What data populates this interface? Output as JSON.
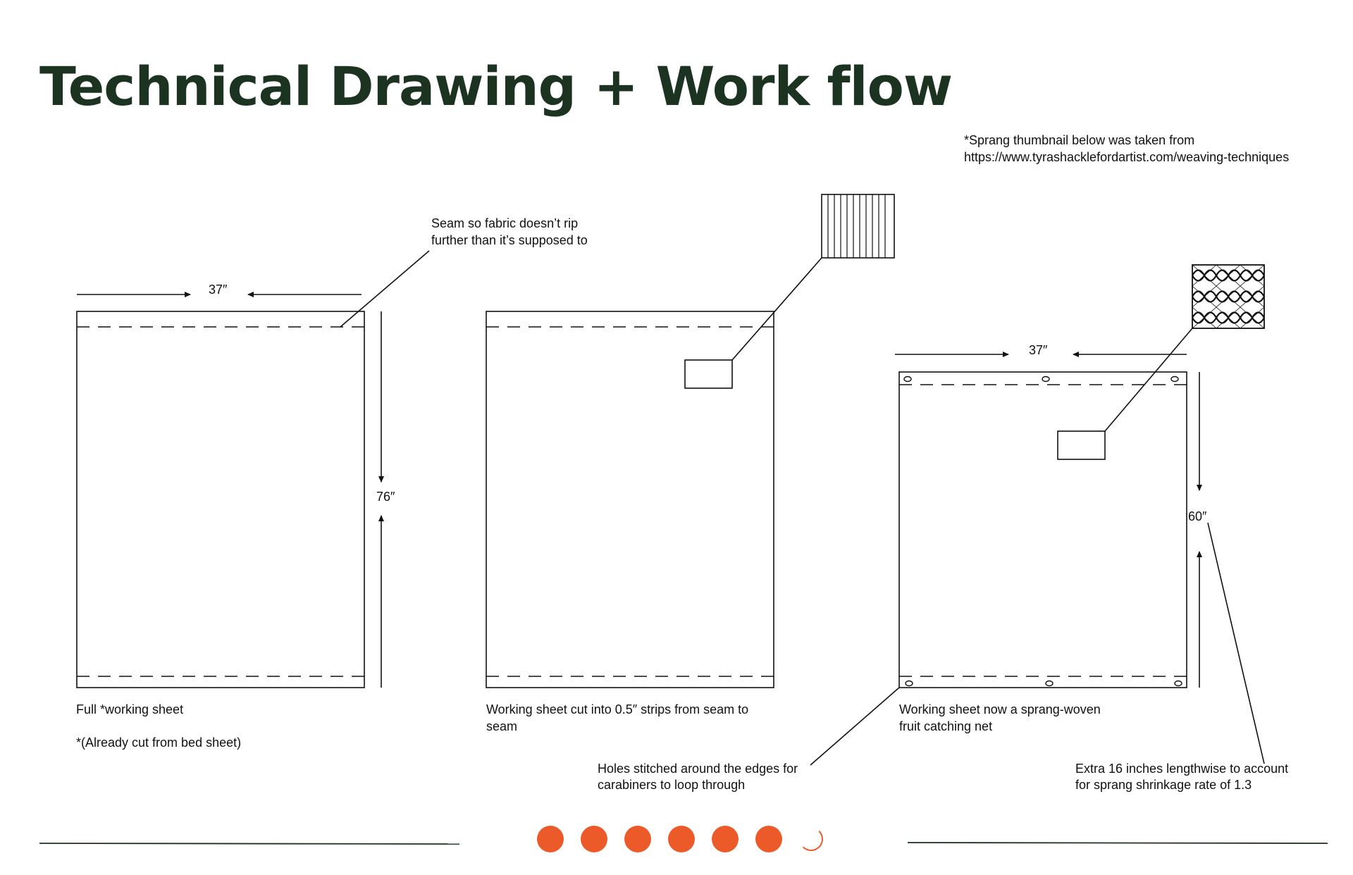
{
  "title": "Technical Drawing + Work flow",
  "source_note": {
    "line1": "*Sprang thumbnail below was taken from",
    "line2": "https://www.tyrashacklefordartist.com/weaving-techniques"
  },
  "sheet1": {
    "width_label": "37″",
    "height_label": "76″",
    "seam_note_line1": "Seam so fabric doesn’t rip",
    "seam_note_line2": "further than it’s supposed to",
    "caption_line1": "Full *working sheet",
    "caption_line2": "*(Already cut from bed sheet)"
  },
  "sheet2": {
    "caption_line1": "Working sheet cut into 0.5″ strips from seam to",
    "caption_line2": "seam"
  },
  "sheet3": {
    "width_label": "37″",
    "height_label": "60″",
    "caption_line1": "Working sheet now a sprang-woven",
    "caption_line2": " fruit catching net",
    "holes_note_line1": "Holes stitched around the edges for",
    "holes_note_line2": "carabiners to loop through",
    "extra_note_line1": "Extra 16 inches lengthwise to account",
    "extra_note_line2": "for sprang shrinkage rate of 1.3"
  },
  "colors": {
    "title": "#1b3320",
    "accent": "#ec5a2a",
    "line": "#1b3320"
  },
  "pagination": {
    "total": 7,
    "current": 7
  }
}
